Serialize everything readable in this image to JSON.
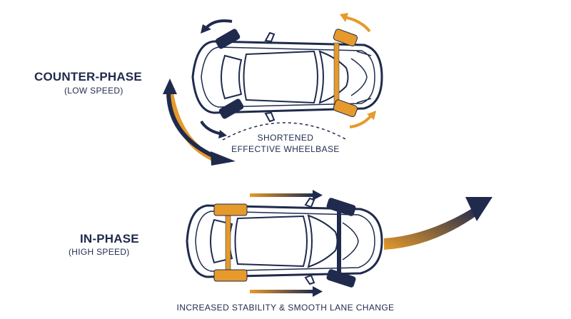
{
  "counter_phase": {
    "title": "COUNTER-PHASE",
    "subtitle": "(LOW SPEED)",
    "caption_line1": "SHORTENED",
    "caption_line2": "EFFECTIVE WHEELBASE"
  },
  "in_phase": {
    "title": "IN-PHASE",
    "subtitle": "(HIGH SPEED)",
    "caption": "INCREASED STABILITY & SMOOTH LANE CHANGE"
  },
  "colors": {
    "navy": "#1f2a4d",
    "amber": "#e59a2b"
  }
}
